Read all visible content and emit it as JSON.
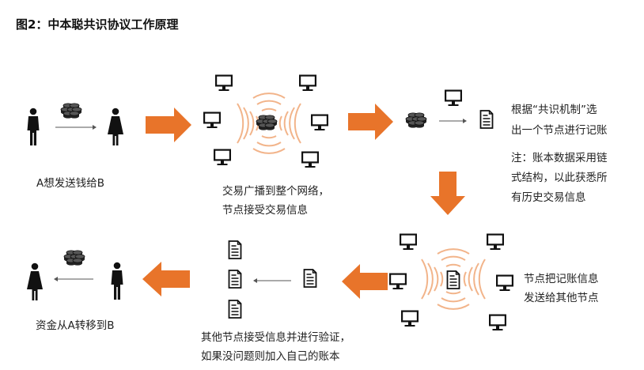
{
  "title": "图2：中本聪共识协议工作原理",
  "steps": {
    "send": "A想发送钱给B",
    "broadcast": [
      "交易广播到整个网络，",
      "节点接受交易信息"
    ],
    "select": [
      "根据“共识机制”选",
      "出一个节点进行记账"
    ],
    "note": [
      "注：账本数据采用链",
      "式结构，以此获悉所",
      "有历史交易信息"
    ],
    "send_to_others": [
      "节点把记账信息",
      "发送给其他节点"
    ],
    "verify": [
      "其他节点接受信息并进行验证，",
      "如果没问题则加入自己的账本"
    ],
    "transfer": "资金从A转移到B"
  },
  "colors": {
    "arrow": "#E8742A",
    "waves": "#F2B48A",
    "icon": "#111111"
  }
}
